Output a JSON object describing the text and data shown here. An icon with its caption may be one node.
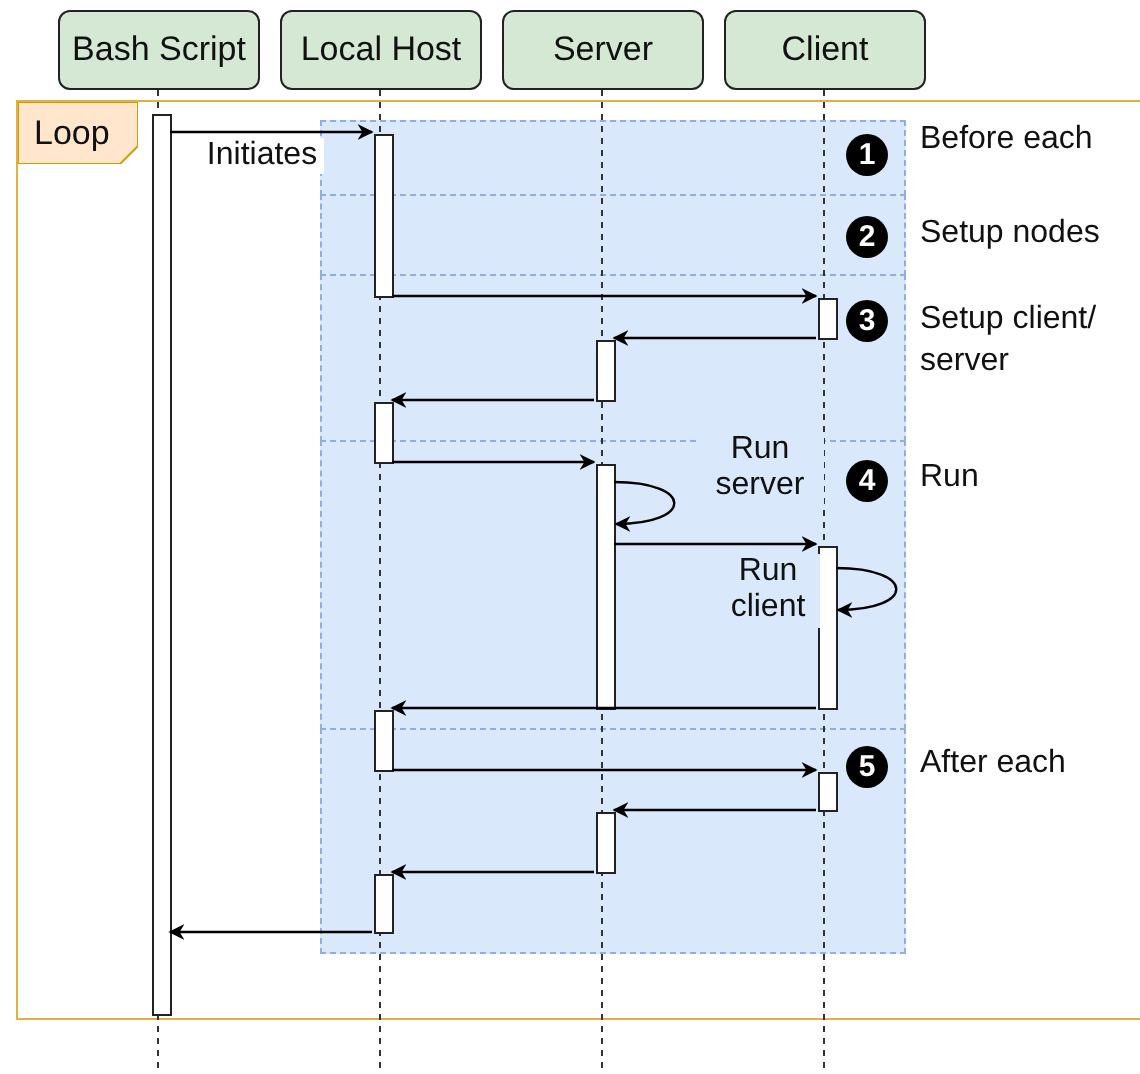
{
  "diagram": {
    "nodes": [
      {
        "text": [
          "Bash Script"
        ]
      },
      {
        "text": [
          "Local Host"
        ]
      },
      {
        "text": [
          "Server"
        ]
      },
      {
        "text": [
          "Client"
        ]
      },
      {
        "text": [
          "Loop"
        ]
      },
      {
        "text": [],
        "shape": "bar",
        "in": 4
      },
      {
        "text": [],
        "shape": "bar",
        "in": 4
      },
      {
        "text": [],
        "shape": "bar",
        "in": 4
      },
      {
        "text": [],
        "shape": "bar",
        "in": 4
      },
      {
        "text": [],
        "shape": "bar",
        "in": 4
      },
      {
        "text": [],
        "shape": "bar",
        "in": 4
      },
      {
        "text": [],
        "shape": "bar",
        "in": 4
      },
      {
        "text": [],
        "shape": "bar",
        "in": 4
      },
      {
        "text": [],
        "shape": "bar",
        "in": 4
      },
      {
        "text": [],
        "shape": "bar",
        "in": 4
      },
      {
        "text": [],
        "shape": "bar",
        "in": 4
      }
    ],
    "edges": [
      {
        "from": 5,
        "to": 6,
        "arrow": "to",
        "label": "Initiates"
      },
      {
        "from": 6,
        "to": 13,
        "arrow": "to"
      },
      {
        "from": 13,
        "to": 10,
        "arrow": "to"
      },
      {
        "from": 10,
        "to": 7,
        "arrow": "to"
      },
      {
        "from": 7,
        "to": 11,
        "arrow": "to"
      },
      {
        "from": 11,
        "to": 11,
        "arrow": "to",
        "label": "Run server"
      },
      {
        "from": 11,
        "to": 14,
        "arrow": "to"
      },
      {
        "from": 14,
        "to": 14,
        "arrow": "to",
        "label": "Run client"
      },
      {
        "from": 14,
        "to": 8,
        "arrow": "to"
      },
      {
        "from": 8,
        "to": 15,
        "arrow": "to"
      },
      {
        "from": 15,
        "to": 12,
        "arrow": "to"
      },
      {
        "from": 12,
        "to": 9,
        "arrow": "to"
      },
      {
        "from": 9,
        "to": 5,
        "arrow": "to"
      }
    ],
    "labels": [
      "1",
      "Before each",
      "2",
      "Setup nodes",
      "3",
      "Setup client/ server",
      "4",
      "Run",
      "5",
      "After each"
    ]
  }
}
